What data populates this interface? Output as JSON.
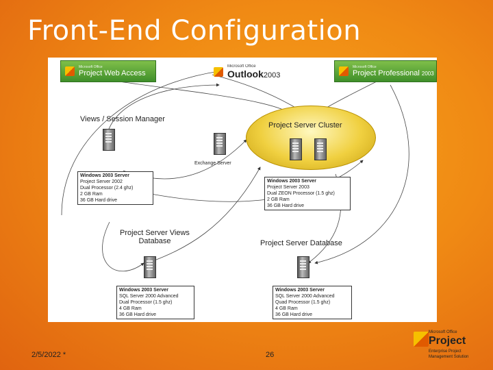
{
  "slide": {
    "title": "Front-End Configuration",
    "date": "2/5/2022 *",
    "page": "26"
  },
  "logos": {
    "web_access": {
      "suite": "Microsoft Office",
      "name": "Project Web Access"
    },
    "outlook": {
      "suite": "Microsoft Office",
      "name": "Outlook",
      "year": "2003"
    },
    "professional": {
      "suite": "Microsoft Office",
      "name": "Project Professional",
      "year": "2003"
    },
    "corner": {
      "suite": "Microsoft Office",
      "name": "Project",
      "line1": "Enterprise Project",
      "line2": "Management Solution"
    }
  },
  "nodes": {
    "views_session": "Views / Session Manager",
    "exchange": "Exchange Server",
    "cluster": "Project Server Cluster",
    "views_db": "Project Server Views Database",
    "ps_db": "Project Server Database"
  },
  "specs": {
    "views": [
      "Windows 2003 Server",
      "Project Server 2002",
      "Dual Processor (2.4 ghz)",
      "2 GB Ram",
      "36 GB Hard drive"
    ],
    "cluster": [
      "Windows 2003 Server",
      "Project Server 2003",
      "Dual ZEON Processor (1.5 ghz)",
      "2 GB Ram",
      "36 GB Hard drive"
    ],
    "views_db": [
      "Windows 2003 Server",
      "SQL Server 2000 Advanced",
      "Dual Processor (1.5 ghz)",
      "4 GB Ram",
      "36 GB Hard drive"
    ],
    "ps_db": [
      "Windows 2003 Server",
      "SQL Server 2000 Advanced",
      "Quad Processor (1.5 ghz)",
      "4 GB Ram",
      "36 GB Hard drive"
    ]
  },
  "colors": {
    "background": "#f08a14",
    "badge": "#4f9f32",
    "cluster": "#f0d040"
  }
}
